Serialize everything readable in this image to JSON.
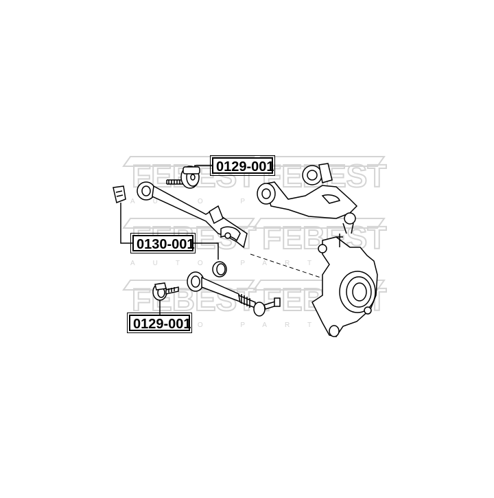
{
  "watermark": {
    "brand": "FEBEST",
    "tagline": "AUTO PARTS",
    "color": "#d9d9d9"
  },
  "labels": {
    "upper_right": "0129-001",
    "middle_left": "0130-001",
    "lower_left": "0129-001"
  },
  "colors": {
    "line": "#000000",
    "background": "#ffffff"
  }
}
